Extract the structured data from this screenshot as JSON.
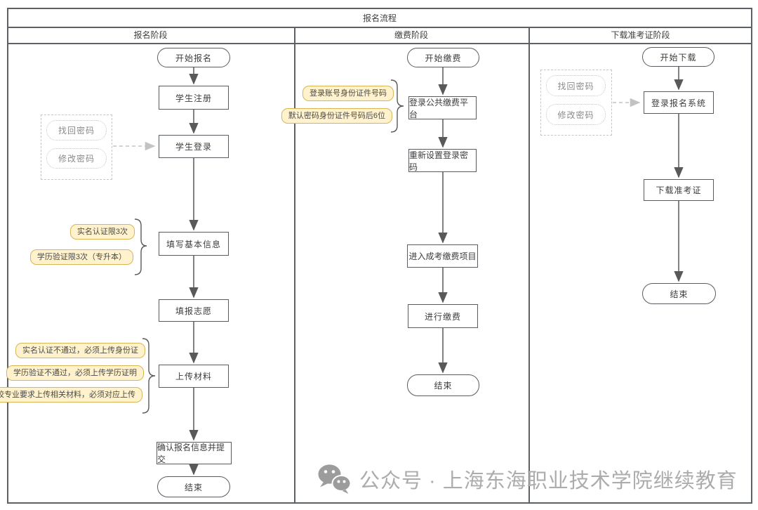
{
  "title": "报名流程",
  "lanes": [
    {
      "label": "报名阶段"
    },
    {
      "label": "缴费阶段"
    },
    {
      "label": "下载准考证阶段"
    }
  ],
  "lane1": {
    "start": "开始报名",
    "register": "学生注册",
    "login": "学生登录",
    "password_retrieve": "找回密码",
    "password_change": "修改密码",
    "fill_info": "填写基本信息",
    "note_realname": "实名认证限3次",
    "note_edu": "学历验证限3次（专升本）",
    "apply": "填报志愿",
    "upload": "上传材料",
    "upload_note_1": "实名认证不通过，必须上传身份证",
    "upload_note_2": "学历验证不通过，必须上传学历证明",
    "upload_note_3": "院校专业要求上传相关材料，必须对应上传",
    "confirm": "确认报名信息并提交",
    "end": "结束"
  },
  "lane2": {
    "start": "开始缴费",
    "note_account": "登录账号身份证件号码",
    "note_password": "默认密码身份证件号码后6位",
    "login_platform": "登录公共缴费平台",
    "reset_password": "重新设置登录密码",
    "enter_project": "进入成考缴费项目",
    "pay": "进行缴费",
    "end": "结束"
  },
  "lane3": {
    "start": "开始下载",
    "password_retrieve": "找回密码",
    "password_change": "修改密码",
    "login_system": "登录报名系统",
    "download_ticket": "下载准考证",
    "end": "结束"
  },
  "watermark": {
    "text": "公众号 · 上海东海职业技术学院继续教育",
    "icon": "wechat-icon"
  },
  "colors": {
    "note_fill": "#FFF2CC",
    "note_border": "#D6B656",
    "line": "#595959",
    "dashed_line": "#c3c3c3",
    "table_border": "#5d6165",
    "watermark_gray": "#acacac"
  }
}
